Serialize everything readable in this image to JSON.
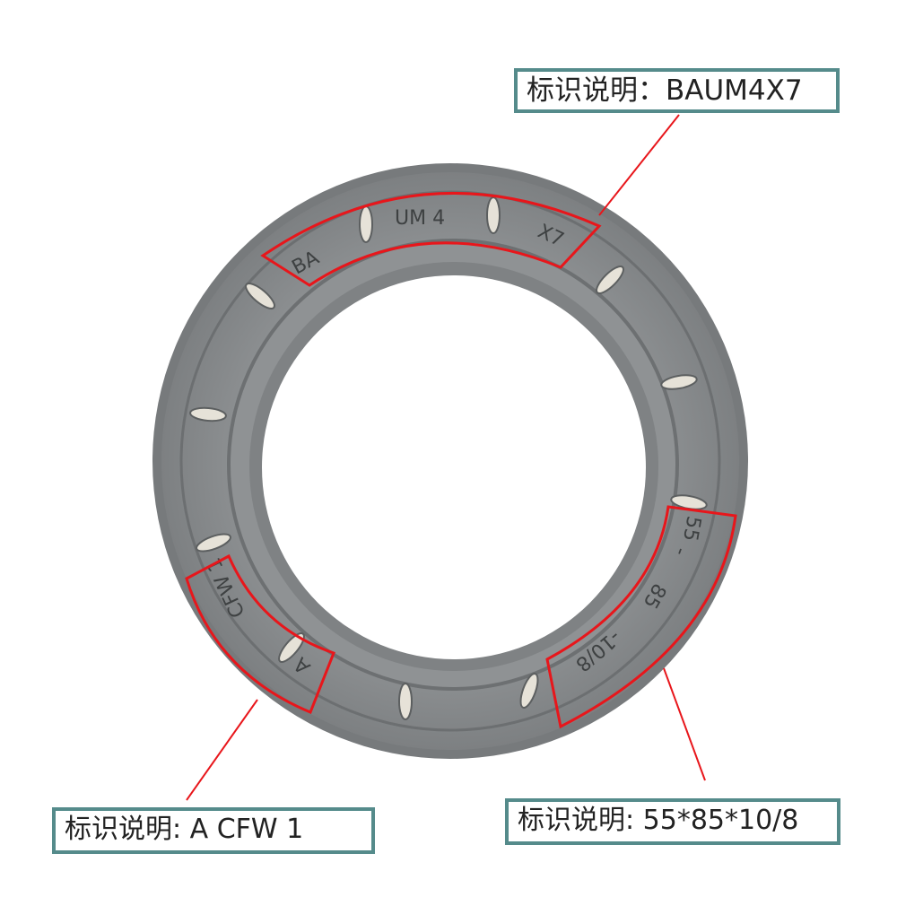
{
  "colors": {
    "seal": "#8c8f90",
    "seal_dark": "#6f7273",
    "highlight": "#e8161b",
    "label_border": "#558b8b"
  },
  "labels": [
    {
      "text": "标识说明：BAUM4X7"
    },
    {
      "text": "标识说明: A  CFW  1"
    },
    {
      "text": "标识说明: 55*85*10/8"
    }
  ],
  "seal_markings": {
    "top": [
      "BA",
      "UM 4",
      "X7"
    ],
    "right": [
      "55",
      "-",
      "85",
      "-10/8"
    ],
    "left": [
      "CFW 1",
      "A"
    ]
  }
}
